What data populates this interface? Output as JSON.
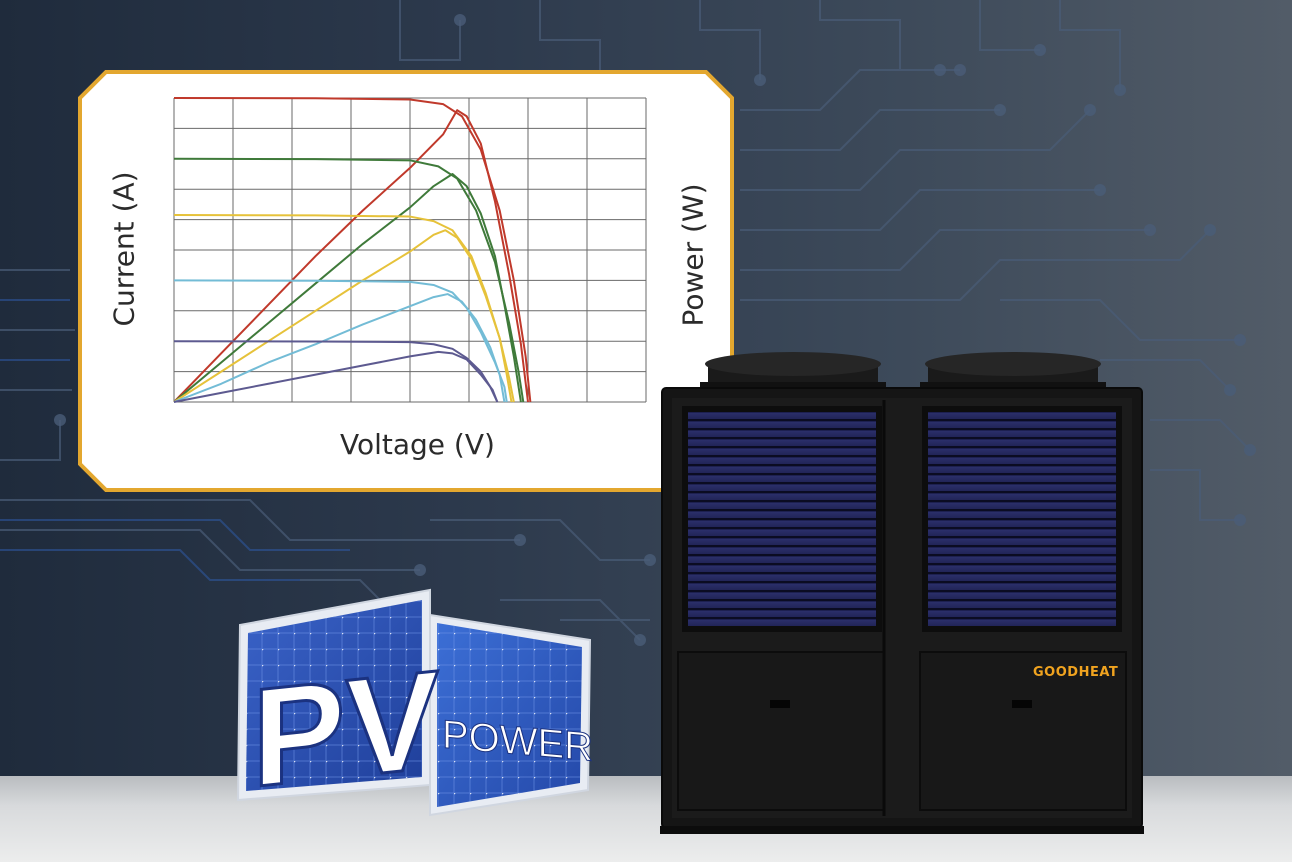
{
  "chart": {
    "x_axis_label": "Voltage (V)",
    "y_axis_label": "Current (A)",
    "y2_axis_label": "Power (W)"
  },
  "badge": {
    "big_text": "PV",
    "small_text": "POWER"
  },
  "product": {
    "brand": "GOODHEAT"
  },
  "colors": {
    "card_border": "#e3a72f",
    "series": [
      "#c0392b",
      "#3f7a3a",
      "#e6c23a",
      "#73bcd6",
      "#5d5a90"
    ]
  },
  "chart_data": {
    "type": "line",
    "title": "",
    "xlabel": "Voltage (V)",
    "ylabel": "Current (A)",
    "y2label": "Power (W)",
    "xlim": [
      0,
      10
    ],
    "ylim": [
      0,
      10
    ],
    "grid": true,
    "series": [
      {
        "kind": "current",
        "values": [
          [
            0,
            10
          ],
          [
            3,
            9.99
          ],
          [
            5,
            9.95
          ],
          [
            5.7,
            9.8
          ],
          [
            6.1,
            9.4
          ],
          [
            6.5,
            8.3
          ],
          [
            6.9,
            6.3
          ],
          [
            7.2,
            4.0
          ],
          [
            7.45,
            1.5
          ],
          [
            7.55,
            0
          ]
        ]
      },
      {
        "kind": "power",
        "values": [
          [
            0,
            0
          ],
          [
            1,
            1.6
          ],
          [
            2,
            3.2
          ],
          [
            3,
            4.8
          ],
          [
            4,
            6.3
          ],
          [
            5,
            7.7
          ],
          [
            5.7,
            8.8
          ],
          [
            6.0,
            9.6
          ],
          [
            6.2,
            9.4
          ],
          [
            6.5,
            8.5
          ],
          [
            6.8,
            6.6
          ],
          [
            7.1,
            4.2
          ],
          [
            7.35,
            1.9
          ],
          [
            7.5,
            0
          ]
        ]
      },
      {
        "kind": "current",
        "values": [
          [
            0,
            8
          ],
          [
            3,
            7.99
          ],
          [
            5,
            7.95
          ],
          [
            5.6,
            7.75
          ],
          [
            6.0,
            7.35
          ],
          [
            6.4,
            6.3
          ],
          [
            6.8,
            4.6
          ],
          [
            7.1,
            2.6
          ],
          [
            7.3,
            1.0
          ],
          [
            7.4,
            0
          ]
        ]
      },
      {
        "kind": "power",
        "values": [
          [
            0,
            0
          ],
          [
            1,
            1.3
          ],
          [
            2,
            2.6
          ],
          [
            3,
            3.9
          ],
          [
            4,
            5.2
          ],
          [
            5,
            6.4
          ],
          [
            5.5,
            7.1
          ],
          [
            5.9,
            7.5
          ],
          [
            6.2,
            7.1
          ],
          [
            6.5,
            6.2
          ],
          [
            6.8,
            4.8
          ],
          [
            7.0,
            3.2
          ],
          [
            7.2,
            1.5
          ],
          [
            7.35,
            0
          ]
        ]
      },
      {
        "kind": "current",
        "values": [
          [
            0,
            6.15
          ],
          [
            3,
            6.14
          ],
          [
            5,
            6.1
          ],
          [
            5.5,
            5.95
          ],
          [
            5.9,
            5.65
          ],
          [
            6.3,
            4.8
          ],
          [
            6.6,
            3.6
          ],
          [
            6.9,
            2.1
          ],
          [
            7.1,
            0.8
          ],
          [
            7.2,
            0
          ]
        ]
      },
      {
        "kind": "power",
        "values": [
          [
            0,
            0
          ],
          [
            1,
            1.0
          ],
          [
            2,
            2.0
          ],
          [
            3,
            3.0
          ],
          [
            4,
            4.0
          ],
          [
            5,
            4.95
          ],
          [
            5.5,
            5.5
          ],
          [
            5.75,
            5.65
          ],
          [
            6.0,
            5.4
          ],
          [
            6.3,
            4.7
          ],
          [
            6.6,
            3.5
          ],
          [
            6.9,
            2.1
          ],
          [
            7.05,
            0.9
          ],
          [
            7.15,
            0
          ]
        ]
      },
      {
        "kind": "current",
        "values": [
          [
            0,
            4.0
          ],
          [
            3,
            3.99
          ],
          [
            5,
            3.95
          ],
          [
            5.5,
            3.85
          ],
          [
            5.9,
            3.6
          ],
          [
            6.2,
            3.1
          ],
          [
            6.5,
            2.3
          ],
          [
            6.8,
            1.3
          ],
          [
            7.0,
            0.5
          ],
          [
            7.05,
            0
          ]
        ]
      },
      {
        "kind": "power",
        "values": [
          [
            0,
            0
          ],
          [
            1,
            0.6
          ],
          [
            2,
            1.3
          ],
          [
            3,
            1.9
          ],
          [
            4,
            2.55
          ],
          [
            5,
            3.15
          ],
          [
            5.5,
            3.45
          ],
          [
            5.8,
            3.55
          ],
          [
            6.1,
            3.3
          ],
          [
            6.4,
            2.7
          ],
          [
            6.7,
            1.8
          ],
          [
            6.9,
            0.9
          ],
          [
            7.0,
            0
          ]
        ]
      },
      {
        "kind": "current",
        "values": [
          [
            0,
            2.0
          ],
          [
            3,
            1.99
          ],
          [
            5,
            1.97
          ],
          [
            5.5,
            1.9
          ],
          [
            5.9,
            1.75
          ],
          [
            6.2,
            1.45
          ],
          [
            6.5,
            1.0
          ],
          [
            6.7,
            0.5
          ],
          [
            6.85,
            0
          ]
        ]
      },
      {
        "kind": "power",
        "values": [
          [
            0,
            0
          ],
          [
            1,
            0.3
          ],
          [
            2,
            0.6
          ],
          [
            3,
            0.9
          ],
          [
            4,
            1.2
          ],
          [
            5,
            1.5
          ],
          [
            5.6,
            1.65
          ],
          [
            5.9,
            1.6
          ],
          [
            6.2,
            1.4
          ],
          [
            6.5,
            0.9
          ],
          [
            6.75,
            0.4
          ],
          [
            6.85,
            0
          ]
        ]
      }
    ]
  }
}
